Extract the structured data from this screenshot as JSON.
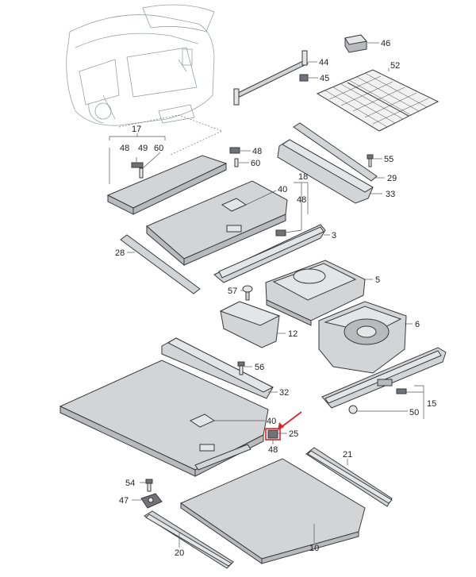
{
  "callouts": {
    "c3": "3",
    "c5": "5",
    "c6": "6",
    "c10": "10",
    "c12": "12",
    "c15": "15",
    "c17": "17",
    "c18": "18",
    "c20": "20",
    "c21": "21",
    "c25": "25",
    "c28": "28",
    "c29": "29",
    "c32": "32",
    "c33": "33",
    "c40a": "40",
    "c40b": "40",
    "c44": "44",
    "c45": "45",
    "c46": "46",
    "c47": "47",
    "c48a": "48",
    "c48b": "48",
    "c48c": "48",
    "c48d": "48",
    "c49": "49",
    "c50": "50",
    "c52": "52",
    "c54": "54",
    "c55": "55",
    "c56": "56",
    "c57": "57",
    "c60a": "60",
    "c60b": "60"
  },
  "colors": {
    "highlight_arrow": "#e0202a",
    "felt": "#d3d4d6",
    "outline": "#3a3a3a"
  }
}
